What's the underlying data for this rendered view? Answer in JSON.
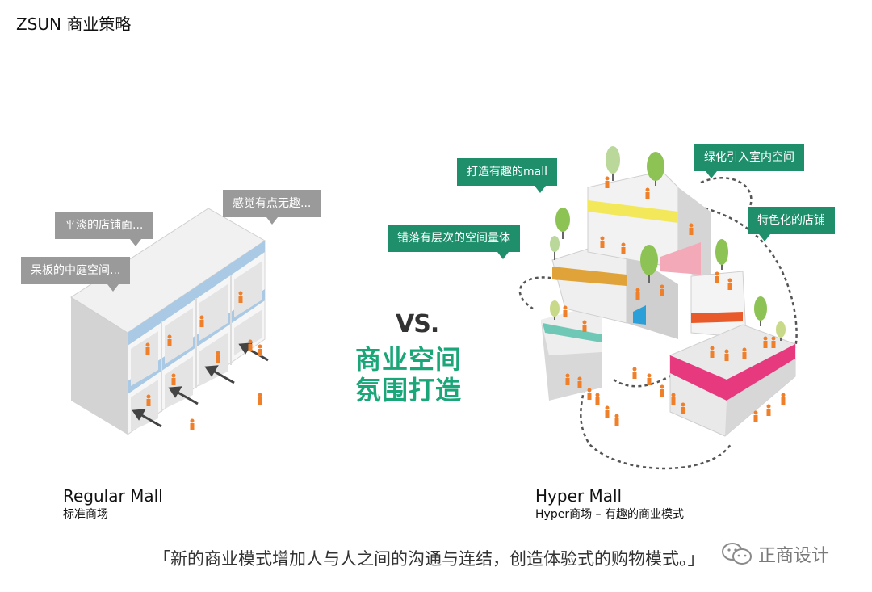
{
  "header": {
    "title": "ZSUN 商业策略"
  },
  "regular": {
    "bubbles": [
      "平淡的店铺面...",
      "感觉有点无趣...",
      "呆板的中庭空间..."
    ],
    "caption_en": "Regular Mall",
    "caption_cn": "标准商场"
  },
  "vs": {
    "label": "VS.",
    "line1": "商业空间",
    "line2": "氛围打造"
  },
  "hyper": {
    "bubbles": [
      "打造有趣的mall",
      "绿化引入室内空间",
      "特色化的店铺",
      "错落有层次的空间量体"
    ],
    "caption_en": "Hyper Mall",
    "caption_cn": "Hyper商场 – 有趣的商业模式"
  },
  "footer": {
    "quote": "「新的商业模式增加人与人之间的沟通与连结，创造体验式的购物模式。」",
    "brand": "正商设计",
    "brand_icon": "wechat-icon"
  },
  "colors": {
    "bubble_gray": "#9a9a9a",
    "bubble_green": "#1f8f6b",
    "accent_green": "#1aa678",
    "person": "#f07f2a",
    "glass_blue": "#a9c9e4"
  }
}
